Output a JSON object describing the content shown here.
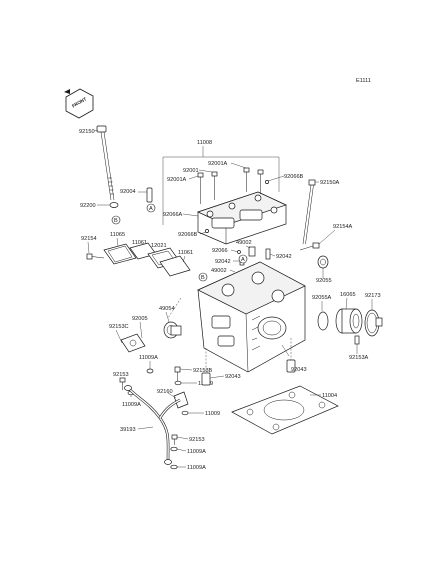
{
  "diagram": {
    "ref_code": "E1111",
    "front_marker": "FRONT",
    "callout_a": "A",
    "callout_b": "B",
    "labels": {
      "p11008": "11008",
      "p92150": "92150",
      "p92001A_top": "92001A",
      "p92001": "92001",
      "p92001A_left": "92001A",
      "p92066B_right": "92066B",
      "p92150A": "92150A",
      "p92004": "92004",
      "p92200": "92200",
      "p92066A": "92066A",
      "p92066B_left": "92066B",
      "p92154": "92154",
      "p11065": "11065",
      "p11061_a": "11061",
      "p12021": "12021",
      "p11061_b": "11061",
      "p49002_top": "49002",
      "p92066": "92066",
      "p92042_a": "92042",
      "p92042_b": "92042",
      "p49002_mid": "49002",
      "p92154A": "92154A",
      "p92055": "92055",
      "p49054": "49054",
      "p92055A": "92055A",
      "p16065": "16065",
      "p92173": "92173",
      "p92005": "92005",
      "p92153C": "92153C",
      "p11009A_top": "11009A",
      "p92153A": "92153A",
      "p92153B": "92153B",
      "p11009_a": "11009",
      "p92043_a": "92043",
      "p92043_b": "92043",
      "p92153_left": "92153",
      "p11009A_left": "11009A",
      "p92160": "92160",
      "p11009_b": "11009",
      "p11004": "11004",
      "p39193": "39193",
      "p92153_bottom": "92153",
      "p11009A_b1": "11009A",
      "p11009A_b2": "11009A"
    }
  }
}
